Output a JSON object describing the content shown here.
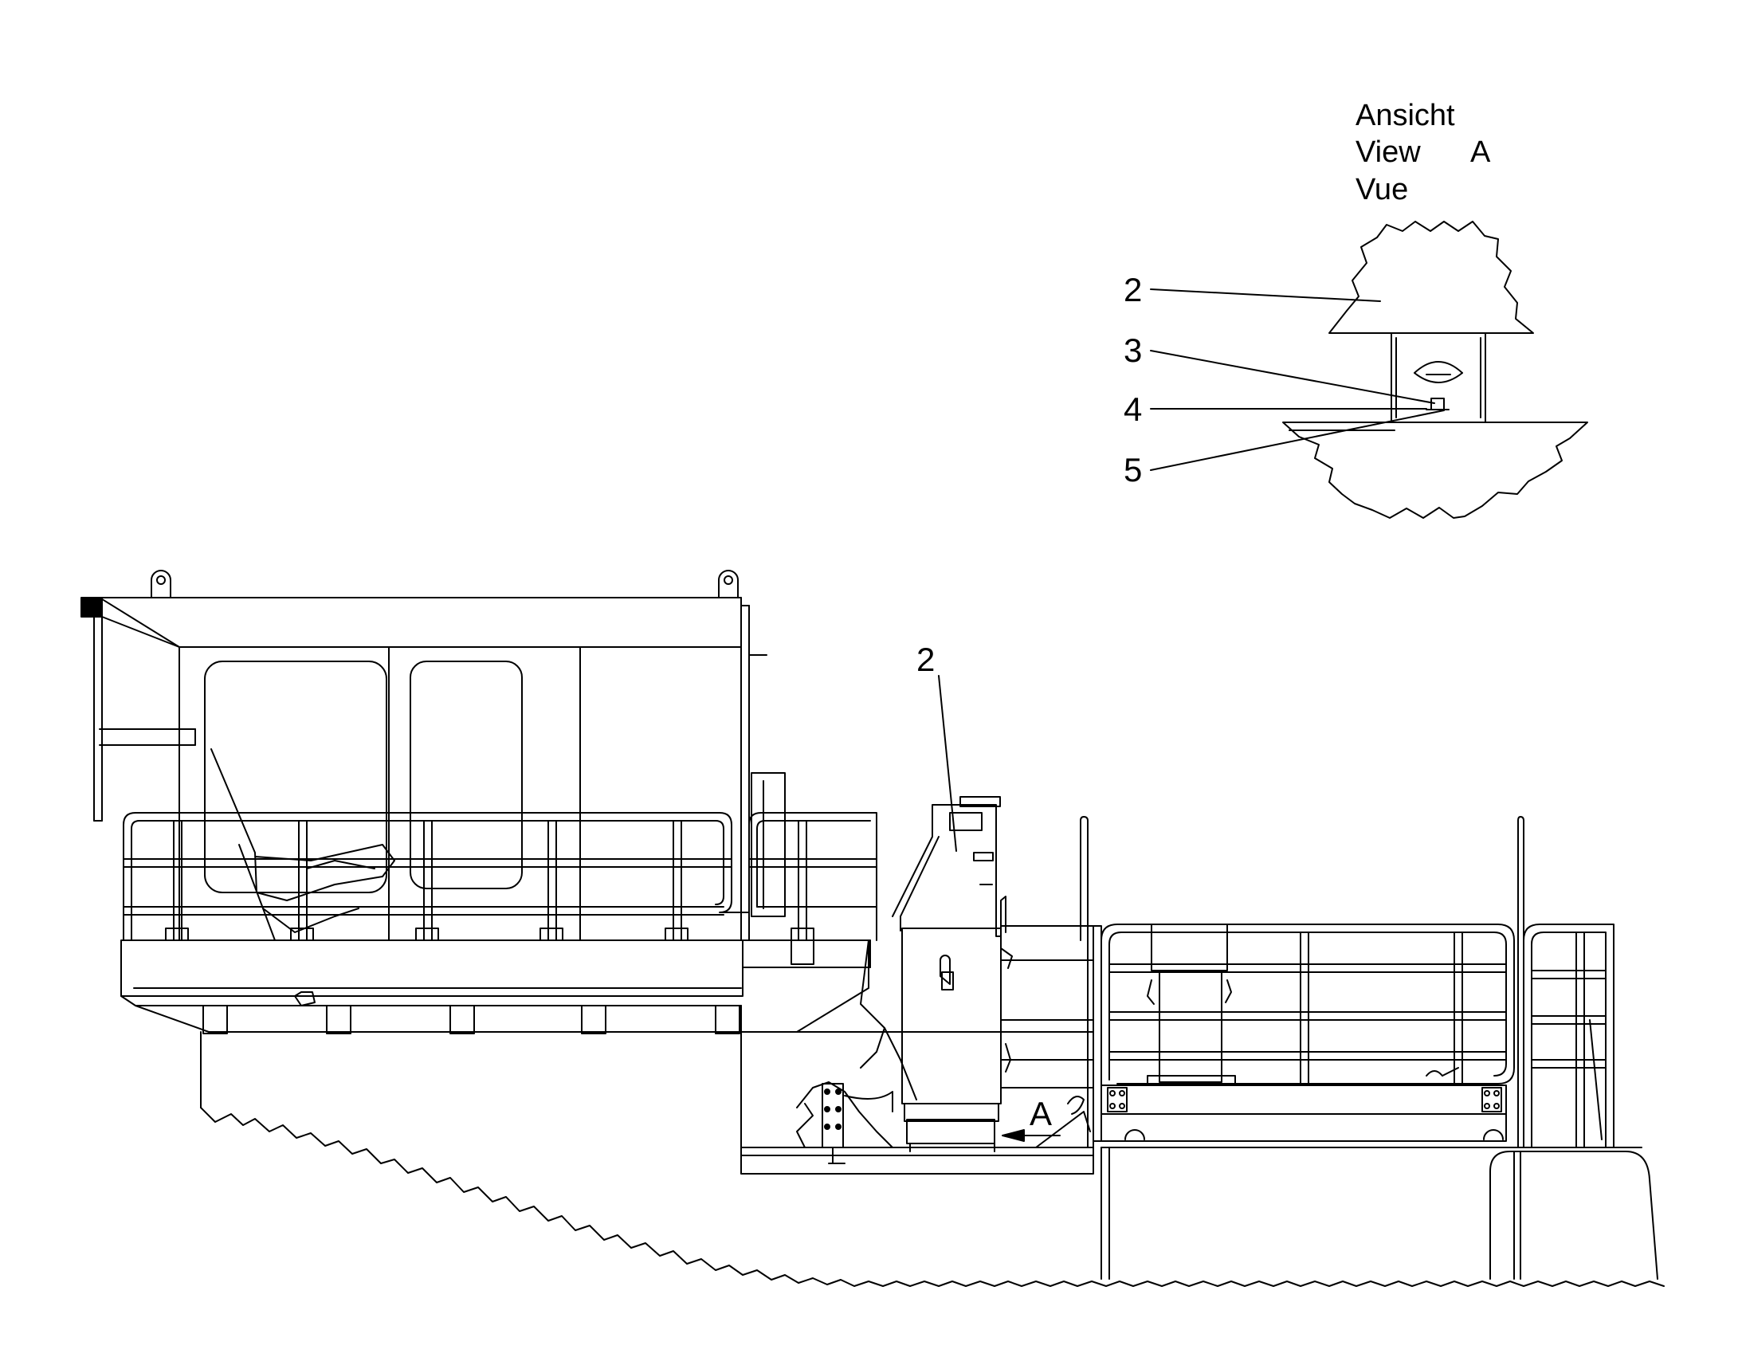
{
  "view_label": {
    "line1": "Ansicht",
    "line2": "View",
    "letter": "A",
    "line3": "Vue"
  },
  "detail_callouts": [
    "2",
    "3",
    "4",
    "5"
  ],
  "main_callout": "2",
  "view_arrow_letter": "A",
  "colors": {
    "stroke": "#000000",
    "background": "#ffffff"
  }
}
